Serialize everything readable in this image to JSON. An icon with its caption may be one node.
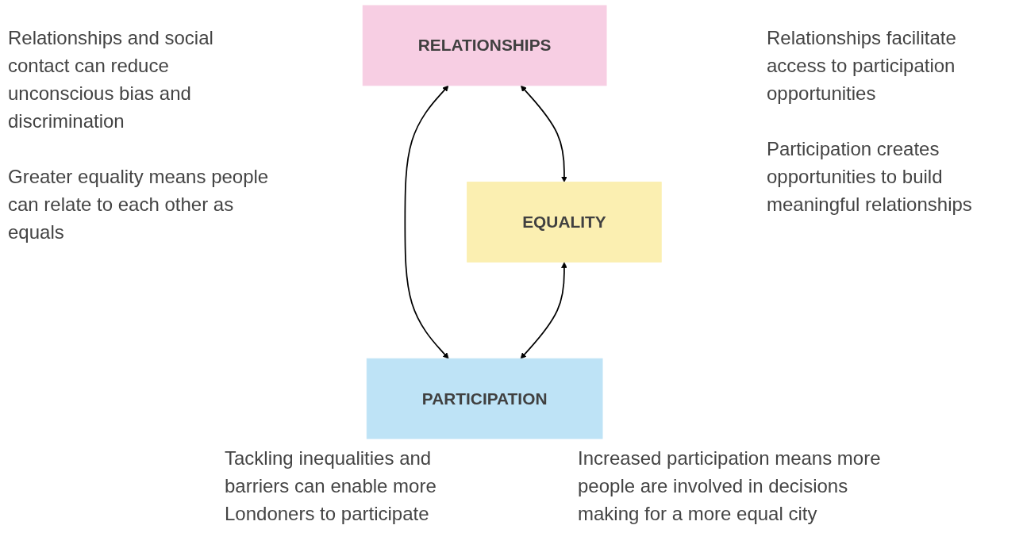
{
  "diagram": {
    "nodes": [
      {
        "text": [
          "RELATIONSHIPS"
        ]
      },
      {
        "text": [
          "EQUALITY"
        ]
      },
      {
        "text": [
          "PARTICIPATION"
        ]
      }
    ],
    "edges": [
      {
        "from": 0,
        "to": 1,
        "arrow": "both"
      },
      {
        "from": 0,
        "to": 2,
        "arrow": "both"
      },
      {
        "from": 1,
        "to": 2,
        "arrow": "both"
      }
    ],
    "labels": [
      "Relationships and social contact can reduce unconscious bias and discrimination",
      "Greater equality means people can relate to each other as equals",
      "Relationships facilitate access to participation opportunities",
      "Participation creates opportunities to build meaningful relationships",
      "Tackling inequalities and barriers can enable more Londoners to participate",
      "Increased participation means more people are involved in decisions making for a more equal city"
    ]
  }
}
